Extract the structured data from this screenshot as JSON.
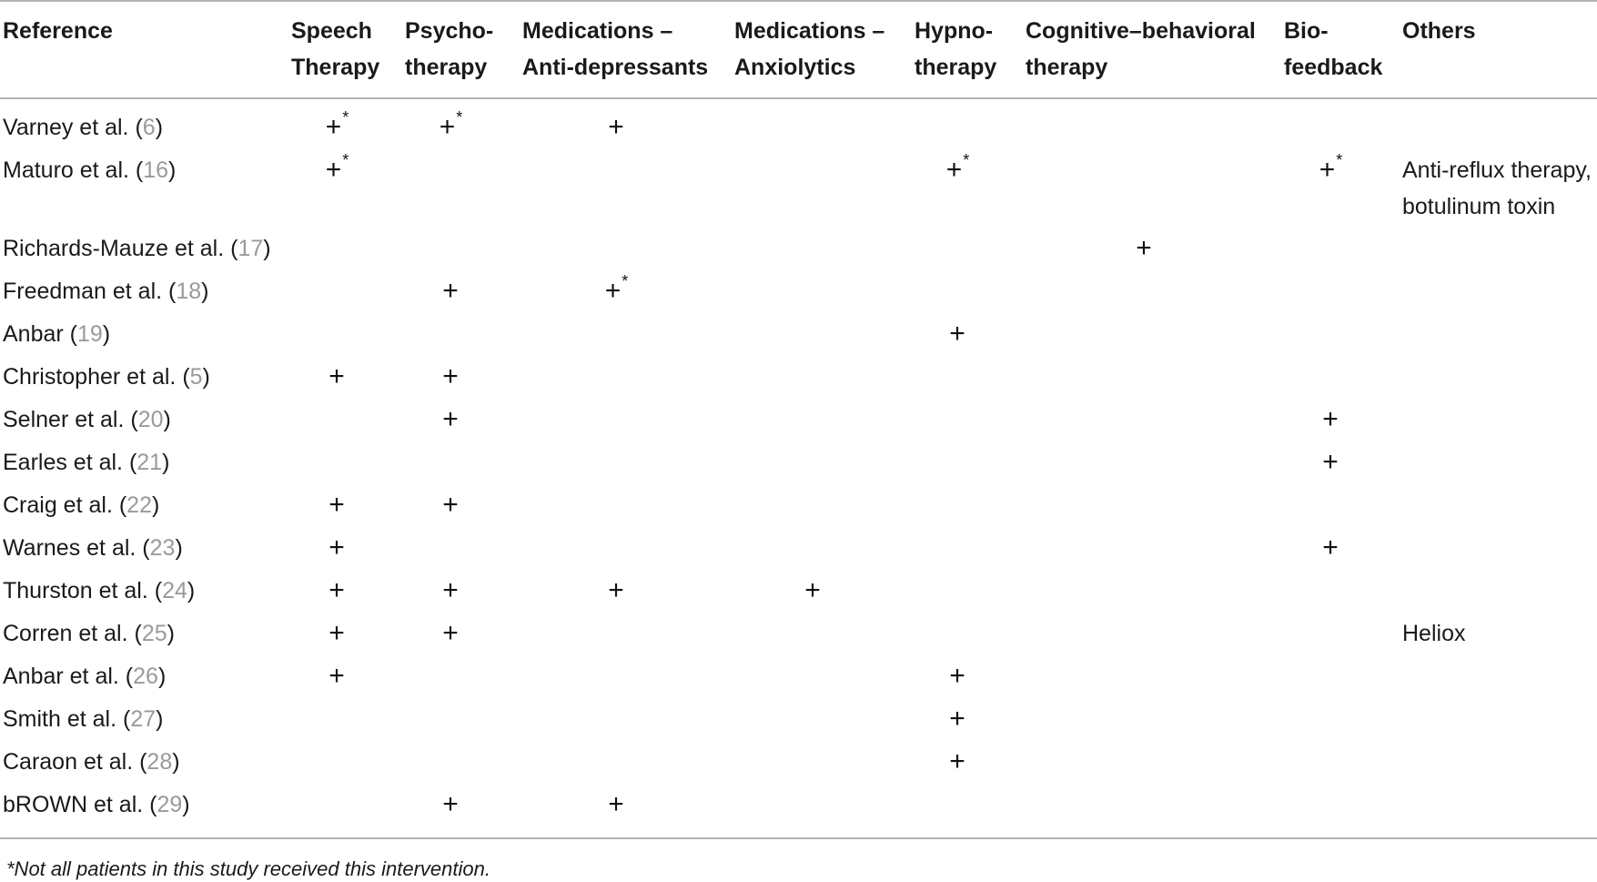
{
  "columns": [
    {
      "key": "reference",
      "line1": "Reference",
      "line2": ""
    },
    {
      "key": "speech",
      "line1": "Speech",
      "line2": "Therapy"
    },
    {
      "key": "psycho",
      "line1": "Psycho-",
      "line2": "therapy"
    },
    {
      "key": "antidep",
      "line1": "Medications –",
      "line2": "Anti-depressants"
    },
    {
      "key": "anxio",
      "line1": "Medications –",
      "line2": "Anxiolytics"
    },
    {
      "key": "hypno",
      "line1": "Hypno-",
      "line2": "therapy"
    },
    {
      "key": "cbt",
      "line1": "Cognitive–behavioral",
      "line2": "therapy"
    },
    {
      "key": "bio",
      "line1": "Bio-",
      "line2": "feedback"
    },
    {
      "key": "others",
      "line1": "Others",
      "line2": ""
    }
  ],
  "rows": [
    {
      "ref": "Varney et al. (",
      "num": "6",
      "close": ")",
      "marks": {
        "speech": "+*",
        "psycho": "+*",
        "antidep": "+"
      },
      "others": ""
    },
    {
      "ref": "Maturo et al. (",
      "num": "16",
      "close": ")",
      "marks": {
        "speech": "+*",
        "hypno": "+*",
        "bio": "+*"
      },
      "others": "Anti-reflux therapy,",
      "others2": "botulinum toxin"
    },
    {
      "ref": "Richards-Mauze et al. (",
      "num": "17",
      "close": ")",
      "marks": {
        "cbt": "+"
      },
      "others": ""
    },
    {
      "ref": "Freedman et al. (",
      "num": "18",
      "close": ")",
      "marks": {
        "psycho": "+",
        "antidep": "+*"
      },
      "others": ""
    },
    {
      "ref": "Anbar (",
      "num": "19",
      "close": ")",
      "marks": {
        "hypno": "+"
      },
      "others": ""
    },
    {
      "ref": "Christopher et al. (",
      "num": "5",
      "close": ")",
      "marks": {
        "speech": "+",
        "psycho": "+"
      },
      "others": ""
    },
    {
      "ref": "Selner et al. (",
      "num": "20",
      "close": ")",
      "marks": {
        "psycho": "+",
        "bio": "+"
      },
      "others": ""
    },
    {
      "ref": "Earles et al. (",
      "num": "21",
      "close": ")",
      "marks": {
        "bio": "+"
      },
      "others": ""
    },
    {
      "ref": "Craig et al. (",
      "num": "22",
      "close": ")",
      "marks": {
        "speech": "+",
        "psycho": "+"
      },
      "others": ""
    },
    {
      "ref": "Warnes et al. (",
      "num": "23",
      "close": ")",
      "marks": {
        "speech": "+",
        "bio": "+"
      },
      "others": ""
    },
    {
      "ref": "Thurston et al. (",
      "num": "24",
      "close": ")",
      "marks": {
        "speech": "+",
        "psycho": "+",
        "antidep": "+",
        "anxio": "+"
      },
      "others": ""
    },
    {
      "ref": "Corren et al. (",
      "num": "25",
      "close": ")",
      "marks": {
        "speech": "+",
        "psycho": "+"
      },
      "others": "Heliox"
    },
    {
      "ref": "Anbar et al. (",
      "num": "26",
      "close": ")",
      "marks": {
        "speech": "+",
        "hypno": "+"
      },
      "others": ""
    },
    {
      "ref": "Smith et al. (",
      "num": "27",
      "close": ")",
      "marks": {
        "hypno": "+"
      },
      "others": ""
    },
    {
      "ref": "Caraon et al. (",
      "num": "28",
      "close": ")",
      "marks": {
        "hypno": "+"
      },
      "others": ""
    },
    {
      "ref": "bROWN et al. (",
      "num": "29",
      "close": ")",
      "marks": {
        "psycho": "+",
        "antidep": "+"
      },
      "others": ""
    }
  ],
  "footnote": "*Not all patients in this study received this intervention.",
  "colors": {
    "rule": "#b4b4b4",
    "ref_number": "#9a9a9a",
    "text": "#1a1a1a"
  }
}
